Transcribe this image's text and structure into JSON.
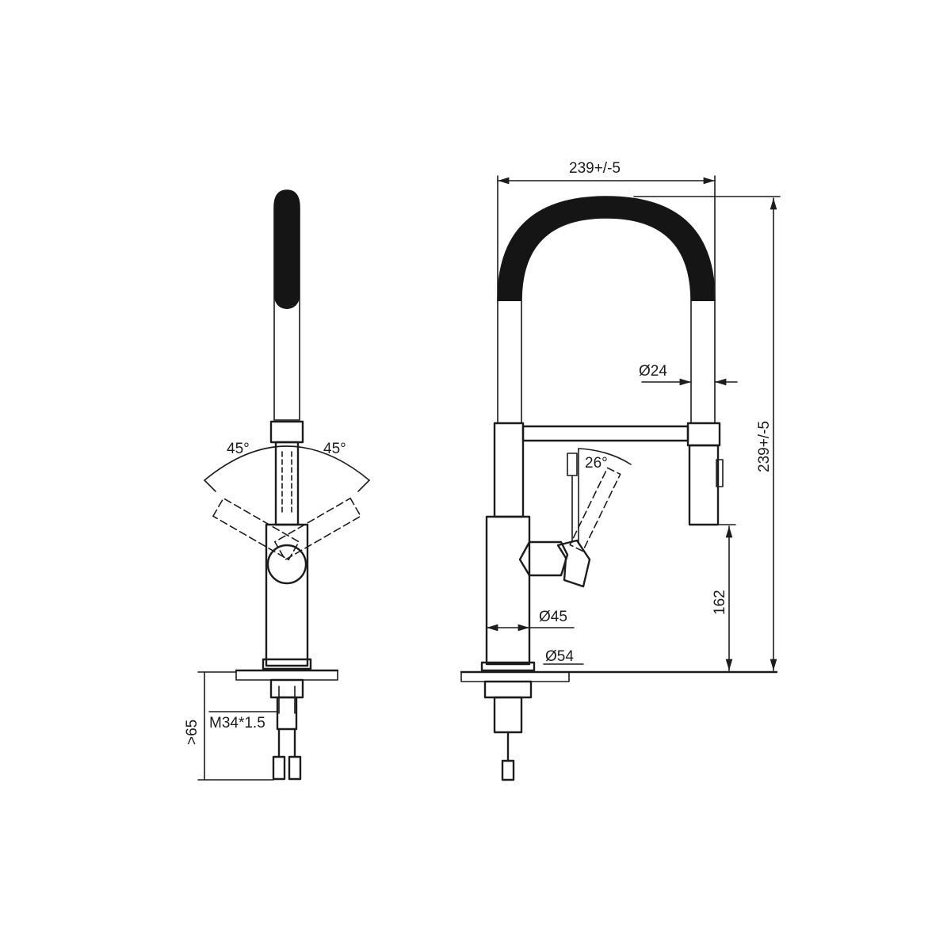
{
  "side_view": {
    "angle_left": "45°",
    "angle_right": "45°",
    "thread": "M34*1.5",
    "depth": ">65"
  },
  "front_view": {
    "width": "239+/-5",
    "height": "239+/-5",
    "hose_diameter": "Ø24",
    "lever_angle": "26°",
    "spout_clearance": "162",
    "body_diameter": "Ø45",
    "base_diameter": "Ø54"
  },
  "colors": {
    "line": "#1c1c1c",
    "hose": "#151515",
    "background": "#ffffff"
  }
}
